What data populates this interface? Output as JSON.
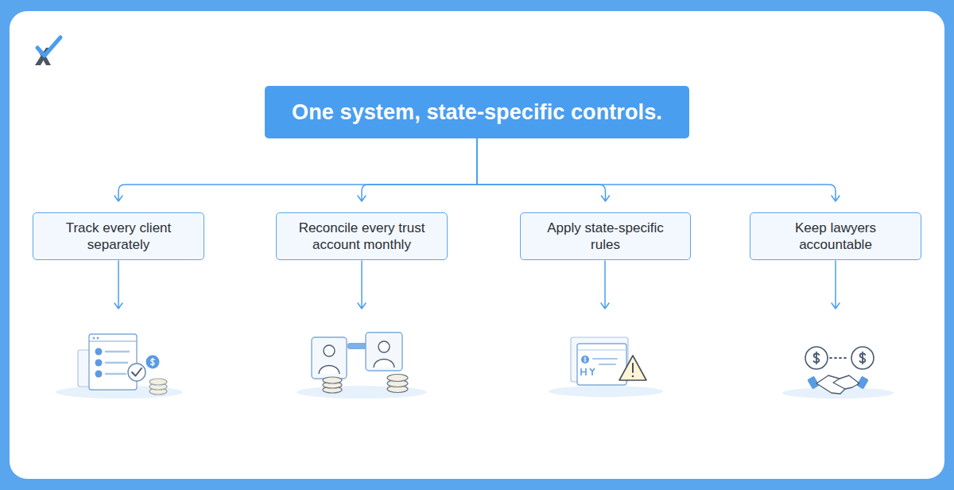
{
  "diagram": {
    "nodes": [
      {
        "text": [
          "One system, state-specific controls."
        ]
      },
      {
        "text": [
          "Track every client separately"
        ]
      },
      {
        "text": [
          "Reconcile every trust account monthly"
        ]
      },
      {
        "text": [
          "Apply state-specific rules"
        ]
      },
      {
        "text": [
          "Keep lawyers accountable"
        ]
      }
    ],
    "edges": [
      {
        "from": 0,
        "to": 1,
        "arrow": "to"
      },
      {
        "from": 0,
        "to": 2,
        "arrow": "to"
      },
      {
        "from": 0,
        "to": 3,
        "arrow": "to"
      },
      {
        "from": 0,
        "to": 4,
        "arrow": "to"
      }
    ]
  }
}
